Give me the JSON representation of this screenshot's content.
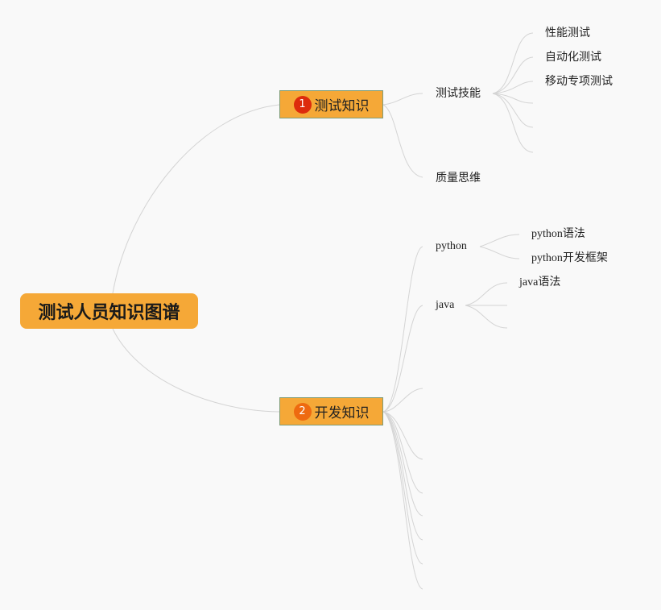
{
  "root": {
    "label": "测试人员知识图谱"
  },
  "branches": [
    {
      "badge": "1",
      "badge_color": "#dd2b0c",
      "label": "测试知识",
      "children": [
        {
          "label": "测试技能",
          "children": [
            "性能测试",
            "自动化测试",
            "移动专项测试"
          ]
        },
        {
          "label": "质量思维"
        }
      ]
    },
    {
      "badge": "2",
      "badge_color": "#ee6a10",
      "label": "开发知识",
      "children": [
        {
          "label": "python",
          "children": [
            "python语法",
            "python开发框架"
          ]
        },
        {
          "label": "java",
          "children": [
            "java语法"
          ]
        }
      ]
    }
  ],
  "colors": {
    "node_fill": "#f5a837",
    "node_border": "#7f9c78",
    "link": "#d4d4d4",
    "background": "#f9f9f9"
  }
}
